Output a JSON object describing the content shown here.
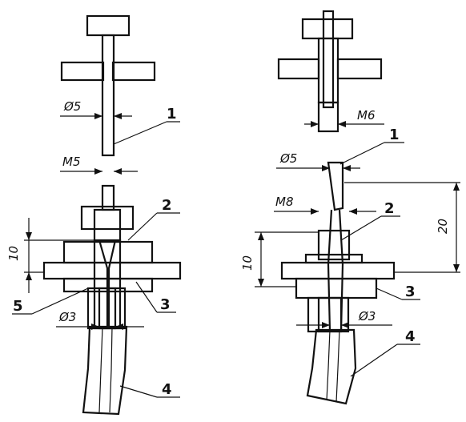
{
  "labels": {
    "phi5_left": "Ø5",
    "m5": "M5",
    "m6": "M6",
    "phi5_right": "Ø5",
    "m8": "M8",
    "phi3_left": "Ø3",
    "phi3_right": "Ø3",
    "dim10_left": "10",
    "dim10_right": "10",
    "dim20": "20"
  },
  "parts": {
    "p1_left": "1",
    "p1_right": "1",
    "p2_left": "2",
    "p2_right": "2",
    "p3_left": "3",
    "p3_right": "3",
    "p4_left": "4",
    "p4_right": "4",
    "p5_left": "5"
  }
}
